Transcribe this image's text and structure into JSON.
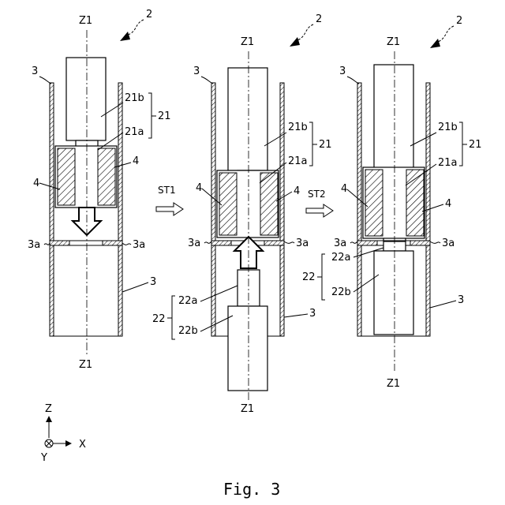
{
  "caption": "Fig. 3",
  "labels": {
    "assembly": "2",
    "axis": "Z1",
    "tube": "3",
    "flange": "3a",
    "holder": "4",
    "upper_part": "21",
    "upper_part_a": "21a",
    "upper_part_b": "21b",
    "lower_part": "22",
    "lower_part_a": "22a",
    "lower_part_b": "22b",
    "step1": "ST1",
    "step2": "ST2"
  },
  "axes": {
    "z": "Z",
    "x": "X",
    "y": "Y"
  }
}
